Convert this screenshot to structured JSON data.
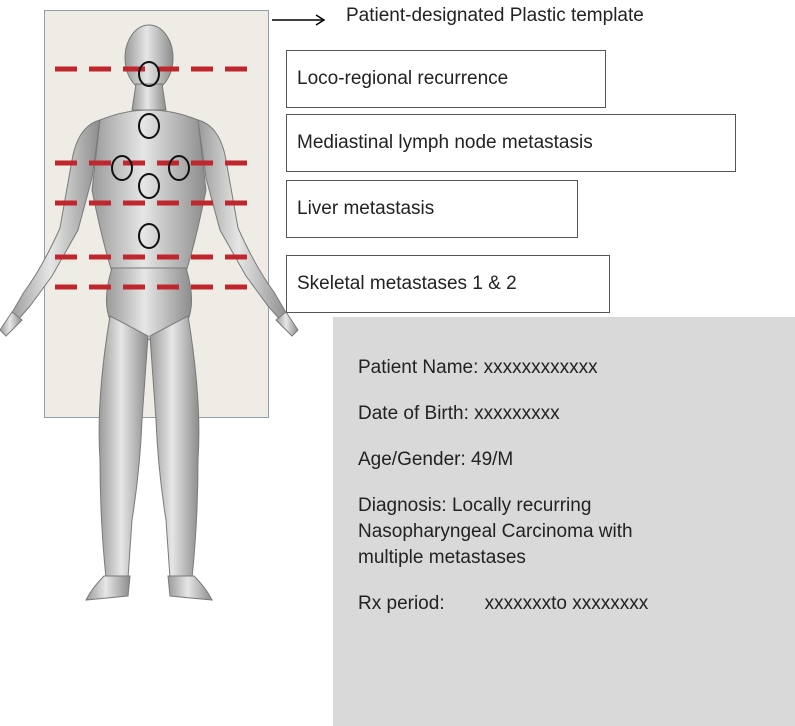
{
  "template_label": "Patient-designated Plastic template",
  "sites": [
    "Loco-regional recurrence",
    "Mediastinal lymph node metastasis",
    "Liver metastasis",
    "Skeletal metastases 1 & 2"
  ],
  "patient": {
    "name": "Patient Name: xxxxxxxxxxxx",
    "dob": "Date of Birth: xxxxxxxxx",
    "age_gender": "Age/Gender: 49/M",
    "diagnosis_line1": "Diagnosis: Locally recurring",
    "diagnosis_line2": "Nasopharyngeal Carcinoma with",
    "diagnosis_line3": "multiple metastases",
    "rx_label": "Rx period:",
    "rx_value": "xxxxxxxto  xxxxxxxx"
  },
  "colors": {
    "dash_line": "#c0272d",
    "panel_bg": "#eeece4",
    "info_bg": "#d9d9d9"
  }
}
